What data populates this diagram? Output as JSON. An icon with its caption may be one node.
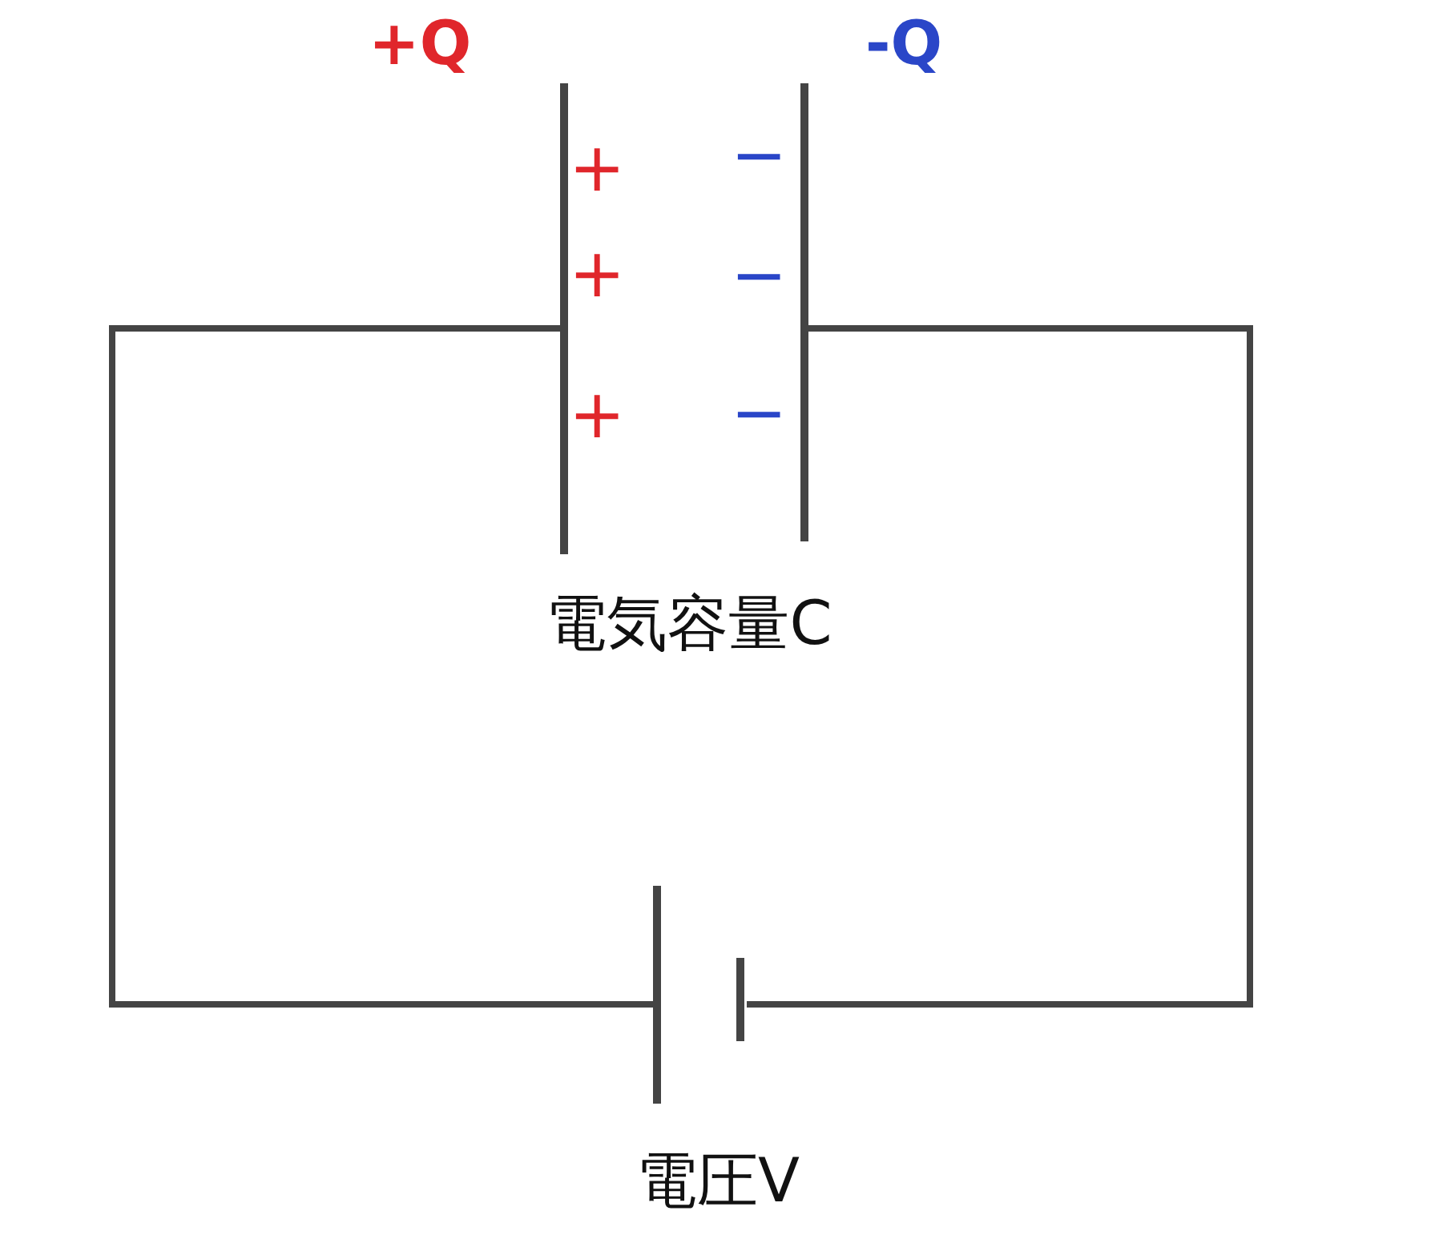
{
  "diagram": {
    "nodes": [
      {
        "text": [],
        "shape": "capacitor",
        "beside": [
          "電気容量C"
        ]
      },
      {
        "text": [],
        "shape": "battery",
        "beside": [
          "電圧V"
        ]
      }
    ],
    "edges": [
      {
        "from": 0,
        "to": 1,
        "arrow": "none"
      },
      {
        "from": 1,
        "to": 0,
        "arrow": "none"
      }
    ],
    "labels": [
      "+Q",
      "-Q",
      "+",
      "+",
      "+",
      "−",
      "−",
      "−"
    ]
  }
}
